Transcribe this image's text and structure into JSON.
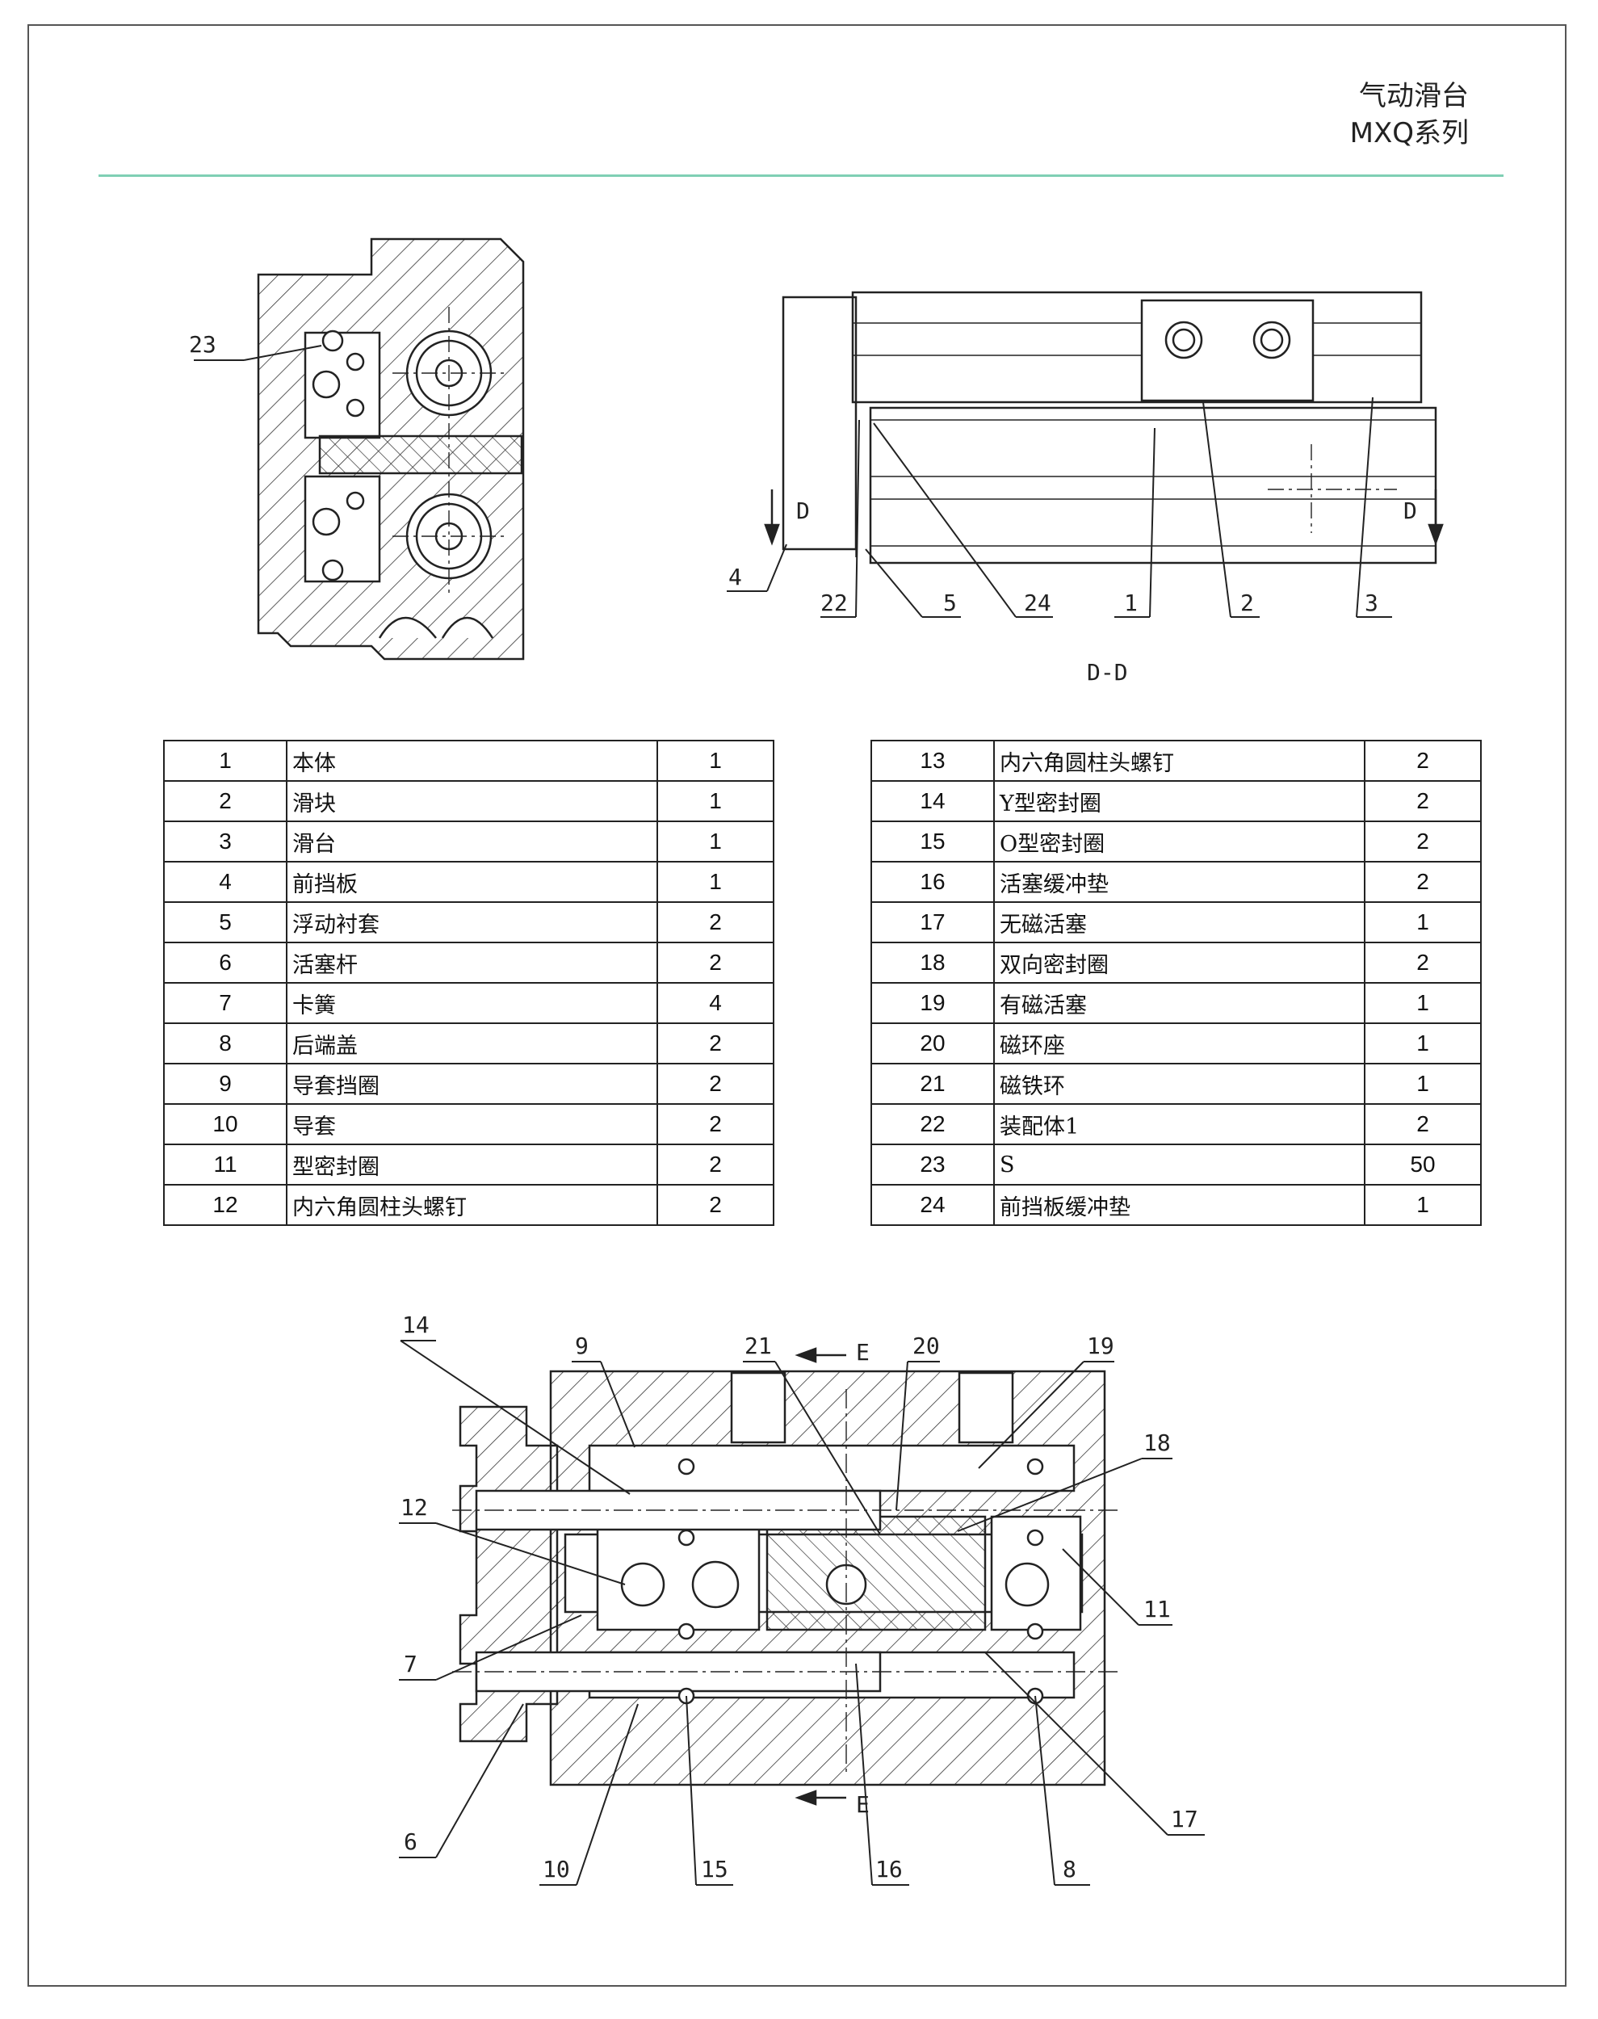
{
  "header": {
    "title_line1": "气动滑台",
    "title_line2": "MXQ系列"
  },
  "section_label": "D-D",
  "top_right_callouts": [
    "4",
    "22",
    "5",
    "24",
    "1",
    "2",
    "3"
  ],
  "top_left_callouts": [
    "23"
  ],
  "bottom_callouts": [
    "14",
    "9",
    "21",
    "20",
    "19",
    "18",
    "12",
    "11",
    "7",
    "6",
    "10",
    "15",
    "16",
    "8",
    "17"
  ],
  "section_marks": {
    "D": "D",
    "E": "E"
  },
  "bom_left": [
    {
      "no": "1",
      "name": "本体",
      "qty": "1"
    },
    {
      "no": "2",
      "name": "滑块",
      "qty": "1"
    },
    {
      "no": "3",
      "name": "滑台",
      "qty": "1"
    },
    {
      "no": "4",
      "name": "前挡板",
      "qty": "1"
    },
    {
      "no": "5",
      "name": "浮动衬套",
      "qty": "2"
    },
    {
      "no": "6",
      "name": "活塞杆",
      "qty": "2"
    },
    {
      "no": "7",
      "name": "卡簧",
      "qty": "4"
    },
    {
      "no": "8",
      "name": "后端盖",
      "qty": "2"
    },
    {
      "no": "9",
      "name": "导套挡圈",
      "qty": "2"
    },
    {
      "no": "10",
      "name": "导套",
      "qty": "2"
    },
    {
      "no": "11",
      "name": "型密封圈",
      "qty": "2"
    },
    {
      "no": "12",
      "name": "内六角圆柱头螺钉",
      "qty": "2"
    }
  ],
  "bom_right": [
    {
      "no": "13",
      "name": "内六角圆柱头螺钉",
      "qty": "2"
    },
    {
      "no": "14",
      "name": "Y型密封圈",
      "qty": "2"
    },
    {
      "no": "15",
      "name": "O型密封圈",
      "qty": "2"
    },
    {
      "no": "16",
      "name": "活塞缓冲垫",
      "qty": "2"
    },
    {
      "no": "17",
      "name": "无磁活塞",
      "qty": "1"
    },
    {
      "no": "18",
      "name": "双向密封圈",
      "qty": "2"
    },
    {
      "no": "19",
      "name": "有磁活塞",
      "qty": "1"
    },
    {
      "no": "20",
      "name": "磁环座",
      "qty": "1"
    },
    {
      "no": "21",
      "name": "磁铁环",
      "qty": "1"
    },
    {
      "no": "22",
      "name": "装配体1",
      "qty": "2"
    },
    {
      "no": "23",
      "name": "S",
      "qty": "50"
    },
    {
      "no": "24",
      "name": "前挡板缓冲垫",
      "qty": "1"
    }
  ]
}
